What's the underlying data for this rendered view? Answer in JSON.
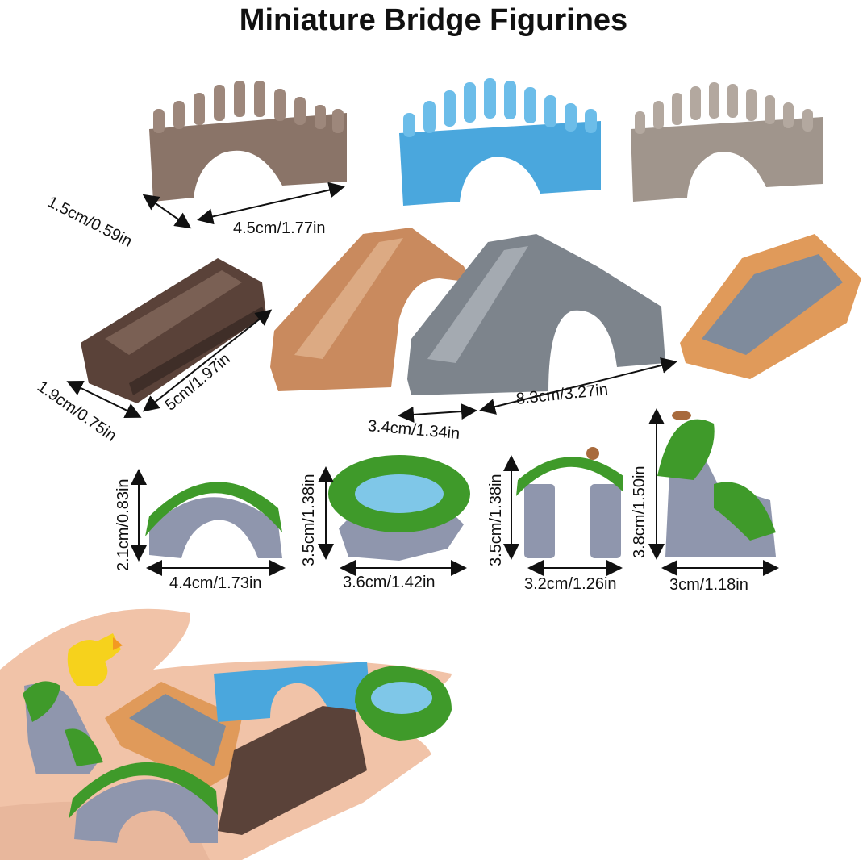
{
  "title": "Miniature Bridge Figurines",
  "colors": {
    "stone_brown": "#8a7468",
    "stone_blue": "#4aa7dd",
    "stone_tan": "#a0958c",
    "wood_dark": "#5a4239",
    "terracotta": "#c98a5e",
    "slate_gray": "#7d848c",
    "orange_rail": "#e09a5a",
    "moss_green": "#3f9a2a",
    "rock_gray": "#8f96ad",
    "skin": "#f1c3a8",
    "duck_yellow": "#f6d21c"
  },
  "dimensions": {
    "bridge1_width": "1.5cm/0.59in",
    "bridge1_length": "4.5cm/1.77in",
    "bridge4_width": "1.9cm/0.75in",
    "bridge4_length": "5cm/1.97in",
    "arch_width": "3.4cm/1.34in",
    "arch_length": "8.3cm/3.27in",
    "moss_bridge_height": "2.1cm/0.83in",
    "moss_bridge_length": "4.4cm/1.73in",
    "pond_height": "3.5cm/1.38in",
    "pond_length": "3.6cm/1.42in",
    "gate_height": "3.5cm/1.38in",
    "gate_length": "3.2cm/1.26in",
    "rock_height": "3.8cm/1.50in",
    "rock_length": "3cm/1.18in"
  }
}
